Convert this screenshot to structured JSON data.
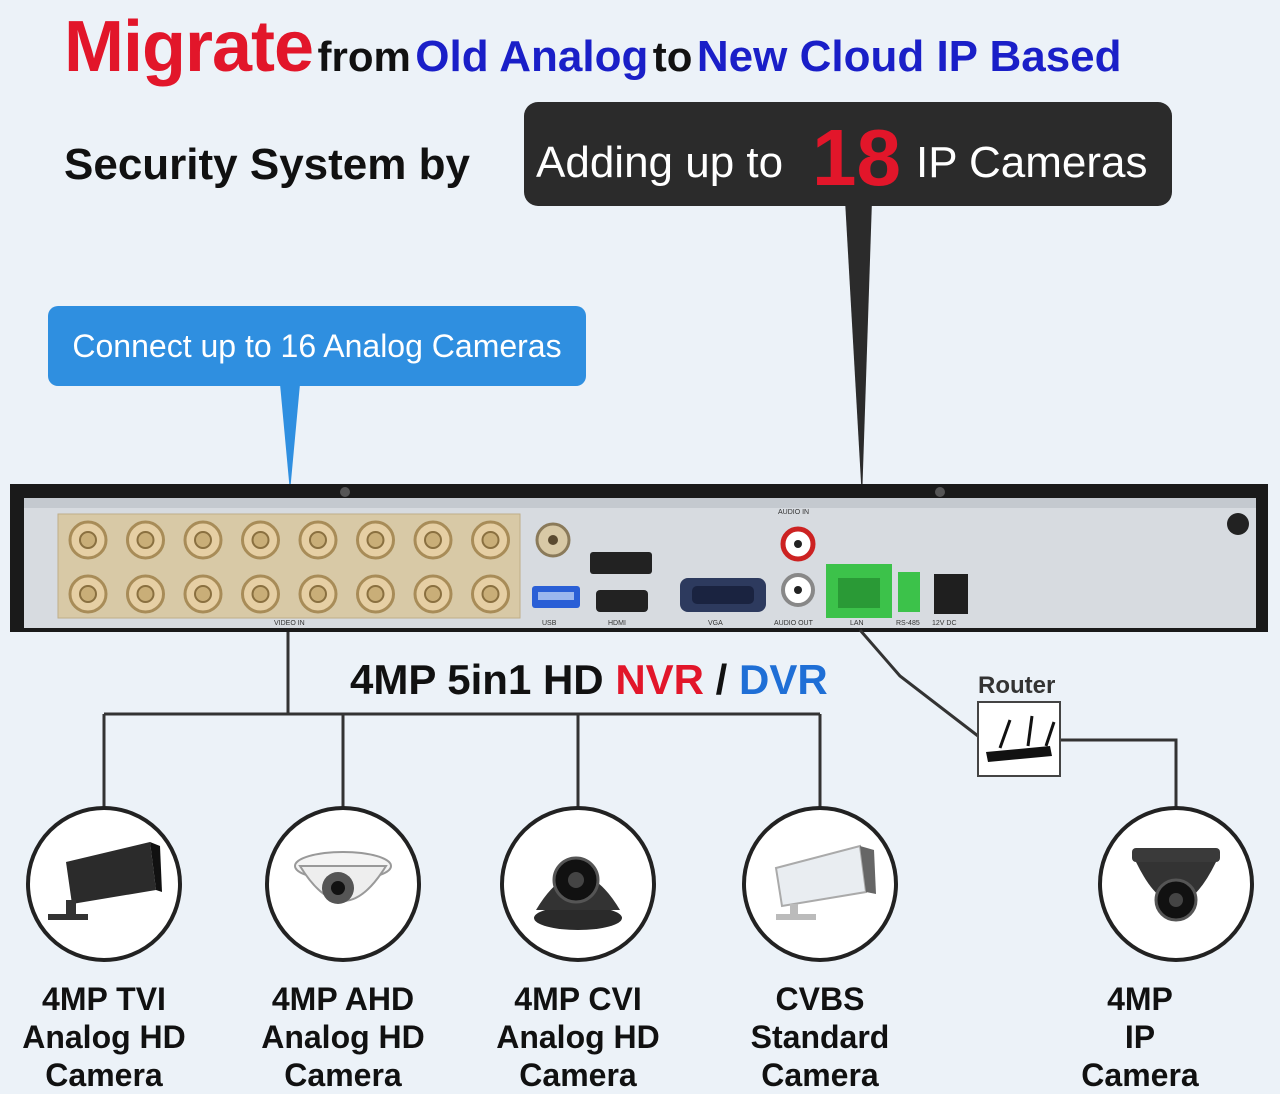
{
  "headline": {
    "migrate": "Migrate",
    "from": "from",
    "old_analog": "Old Analog",
    "to": "to",
    "new_cloud": "New Cloud IP Based"
  },
  "subheadline": "Security System by",
  "ip_callout": {
    "prefix": "Adding up to",
    "number": "18",
    "suffix": "IP Cameras"
  },
  "analog_callout": "Connect up to 16 Analog Cameras",
  "device_label": {
    "model": "4MP 5in1 HD",
    "nvr": "NVR",
    "slash": "/",
    "dvr": "DVR"
  },
  "router_label": "Router",
  "port_labels": {
    "usb": "USB",
    "hdmi": "HDMI",
    "vga": "VGA",
    "audio_in": "AUDIO IN",
    "audio_out": "AUDIO OUT",
    "lan": "LAN",
    "rs485": "RS-485",
    "power": "12V DC",
    "video_in": "VIDEO IN"
  },
  "cameras": [
    {
      "line1": "4MP TVI",
      "line2": "Analog HD",
      "line3": "Camera",
      "icon": "bullet-camera-icon"
    },
    {
      "line1": "4MP AHD",
      "line2": "Analog HD",
      "line3": "Camera",
      "icon": "white-dome-camera-icon"
    },
    {
      "line1": "4MP CVI",
      "line2": "Analog HD",
      "line3": "Camera",
      "icon": "black-dome-camera-icon"
    },
    {
      "line1": "CVBS",
      "line2": "Standard",
      "line3": "Camera",
      "icon": "white-bullet-camera-icon"
    },
    {
      "line1": "4MP",
      "line2": "IP",
      "line3": "Camera",
      "icon": "ip-dome-camera-icon"
    }
  ],
  "colors": {
    "accent_red": "#e2162a",
    "title_blue": "#1a1fc8",
    "callout_blue": "#2f8fe0",
    "callout_dark": "#2b2b2b",
    "dvr_blue": "#1f6fd6",
    "lan_green": "#3cc24a",
    "bnc_gold": "#e6cfa4"
  }
}
